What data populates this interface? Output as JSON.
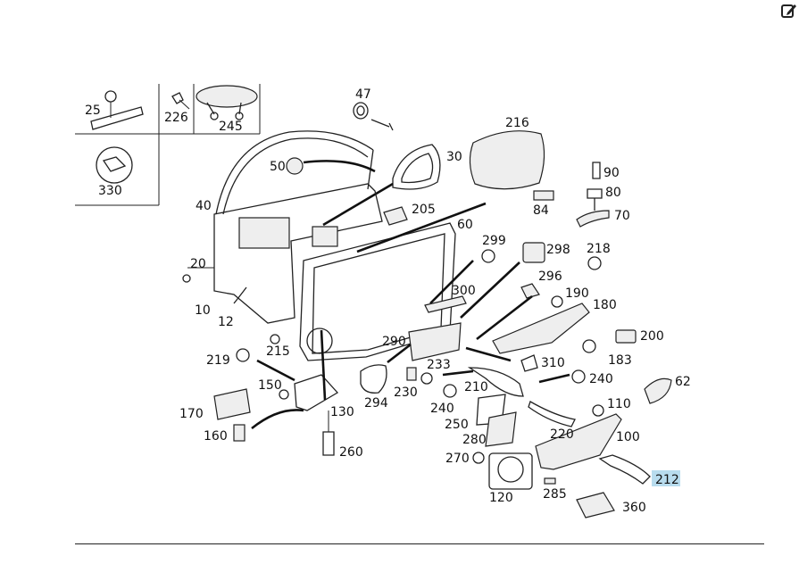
{
  "toolbar": {
    "edit_icon": "edit-icon"
  },
  "highlight": {
    "color": "#b8dcee",
    "part": "212"
  },
  "labels": {
    "p25": "25",
    "p226": "226",
    "p245": "245",
    "p330": "330",
    "p47": "47",
    "p216": "216",
    "p50": "50",
    "p30": "30",
    "p90": "90",
    "p80": "80",
    "p84": "84",
    "p70": "70",
    "p40": "40",
    "p205": "205",
    "p60": "60",
    "p299": "299",
    "p298": "298",
    "p218": "218",
    "p20": "20",
    "p296": "296",
    "p300": "300",
    "p190": "190",
    "p180": "180",
    "p10": "10",
    "p12": "12",
    "p290": "290",
    "p200": "200",
    "p215": "215",
    "p183": "183",
    "p219": "219",
    "p310": "310",
    "p233": "233",
    "p240a": "240",
    "p62": "62",
    "p210": "210",
    "p150": "150",
    "p230": "230",
    "p294": "294",
    "p130": "130",
    "p240b": "240",
    "p110": "110",
    "p170": "170",
    "p250": "250",
    "p220": "220",
    "p160": "160",
    "p280": "280",
    "p100": "100",
    "p260": "260",
    "p270": "270",
    "p212": "212",
    "p120": "120",
    "p285": "285",
    "p360": "360"
  }
}
